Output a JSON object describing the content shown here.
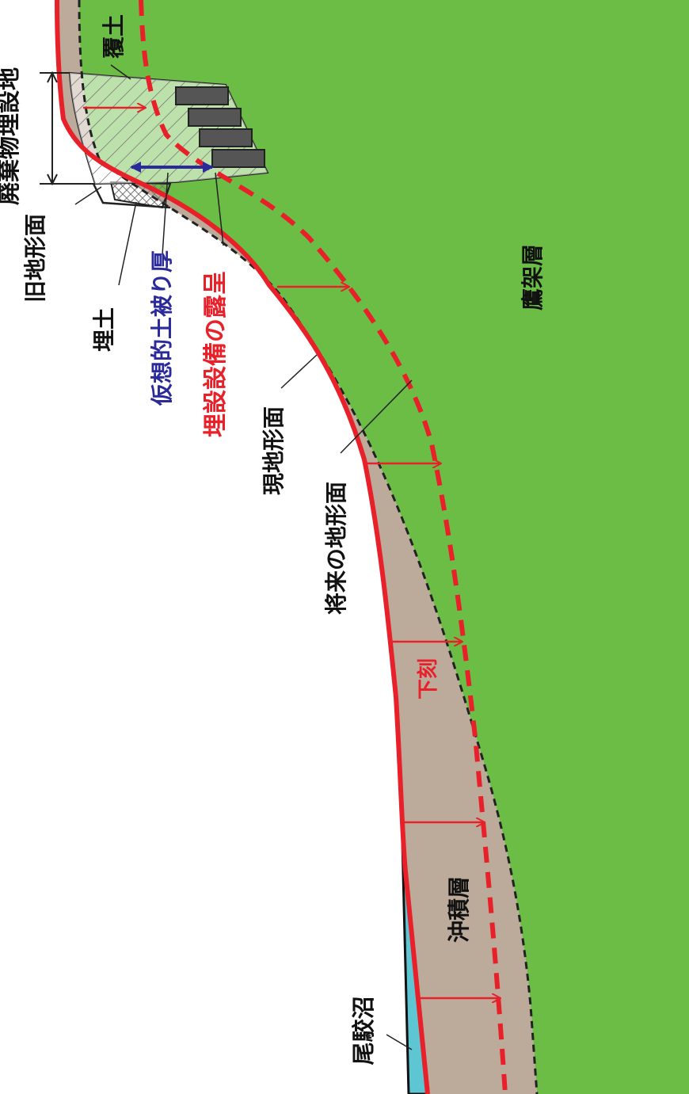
{
  "labels": {
    "waste_site": "廃棄物埋設地",
    "cover_soil": "覆土",
    "old_surface": "旧地形面",
    "fill_soil": "埋土",
    "hypothetical_cover": "仮想的土被り厚",
    "facility_exposure": "埋設設備の露呈",
    "current_surface": "現地形面",
    "future_surface": "将来の地形面",
    "takanosu_layer": "鷹架層",
    "downcutting": "下刻",
    "alluvium": "沖積層",
    "obuchi_marsh": "尾駮沼"
  },
  "colors": {
    "bedrock": "#6cbd45",
    "alluvium": "#bcab9b",
    "marsh_water": "#5ec6d2",
    "current_surface_line": "#e8202a",
    "future_surface_line": "#222222",
    "exposure_line": "#e8202a",
    "cover_arrow": "#2a2a9a",
    "facility": "#555555",
    "text": "#111111",
    "text_red": "#e8202a",
    "text_blue": "#2a2a9a"
  }
}
